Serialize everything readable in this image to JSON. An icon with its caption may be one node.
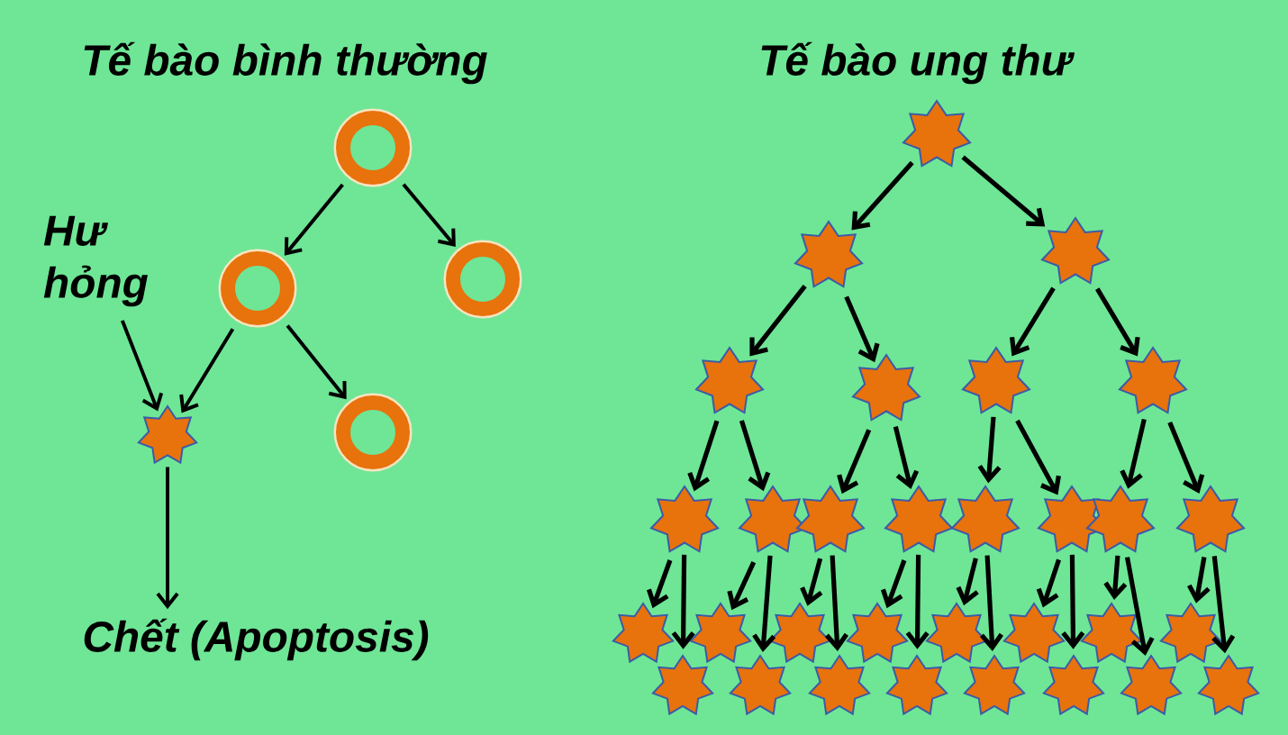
{
  "diagram": {
    "nodes": [
      {
        "text": [],
        "shape": "circle"
      },
      {
        "text": [],
        "shape": "circle"
      },
      {
        "text": [],
        "shape": "circle"
      },
      {
        "text": [
          "Hư hỏng"
        ]
      },
      {
        "text": [],
        "shape": "star"
      },
      {
        "text": [],
        "shape": "circle"
      },
      {
        "text": [
          "Chết (Apoptosis)"
        ]
      },
      {
        "text": [],
        "shape": "star"
      },
      {
        "text": [],
        "shape": "star"
      },
      {
        "text": [],
        "shape": "star"
      },
      {
        "text": [],
        "shape": "star"
      },
      {
        "text": [],
        "shape": "star"
      },
      {
        "text": [],
        "shape": "star"
      },
      {
        "text": [],
        "shape": "star"
      },
      {
        "text": [],
        "shape": "star"
      },
      {
        "text": [],
        "shape": "star"
      },
      {
        "text": [],
        "shape": "star"
      },
      {
        "text": [],
        "shape": "star"
      },
      {
        "text": [],
        "shape": "star"
      },
      {
        "text": [],
        "shape": "star"
      },
      {
        "text": [],
        "shape": "star"
      },
      {
        "text": [],
        "shape": "star"
      },
      {
        "text": [],
        "shape": "star"
      },
      {
        "text": [],
        "shape": "star"
      },
      {
        "text": [],
        "shape": "star"
      },
      {
        "text": [],
        "shape": "star"
      },
      {
        "text": [],
        "shape": "star"
      },
      {
        "text": [],
        "shape": "star"
      },
      {
        "text": [],
        "shape": "star"
      },
      {
        "text": [],
        "shape": "star"
      },
      {
        "text": [],
        "shape": "star"
      },
      {
        "text": [],
        "shape": "star"
      },
      {
        "text": [],
        "shape": "star"
      },
      {
        "text": [],
        "shape": "star"
      },
      {
        "text": [],
        "shape": "star"
      },
      {
        "text": [],
        "shape": "star"
      },
      {
        "text": [],
        "shape": "star"
      },
      {
        "text": [],
        "shape": "star"
      }
    ],
    "edges": [
      {
        "from": 0,
        "to": 1,
        "arrow": "to"
      },
      {
        "from": 0,
        "to": 2,
        "arrow": "to"
      },
      {
        "from": 1,
        "to": 4,
        "arrow": "to"
      },
      {
        "from": 1,
        "to": 5,
        "arrow": "to"
      },
      {
        "from": 3,
        "to": 4,
        "arrow": "to"
      },
      {
        "from": 4,
        "to": 6,
        "arrow": "to"
      },
      {
        "from": 7,
        "to": 8,
        "arrow": "to"
      },
      {
        "from": 7,
        "to": 9,
        "arrow": "to"
      },
      {
        "from": 8,
        "to": 10,
        "arrow": "to"
      },
      {
        "from": 8,
        "to": 11,
        "arrow": "to"
      },
      {
        "from": 9,
        "to": 12,
        "arrow": "to"
      },
      {
        "from": 9,
        "to": 13,
        "arrow": "to"
      },
      {
        "from": 10,
        "to": 14,
        "arrow": "to"
      },
      {
        "from": 10,
        "to": 15,
        "arrow": "to"
      },
      {
        "from": 11,
        "to": 16,
        "arrow": "to"
      },
      {
        "from": 11,
        "to": 17,
        "arrow": "to"
      },
      {
        "from": 12,
        "to": 18,
        "arrow": "to"
      },
      {
        "from": 12,
        "to": 19,
        "arrow": "to"
      },
      {
        "from": 13,
        "to": 20,
        "arrow": "to"
      },
      {
        "from": 13,
        "to": 21,
        "arrow": "to"
      },
      {
        "from": 14,
        "to": 22,
        "arrow": "to"
      },
      {
        "from": 14,
        "to": 23,
        "arrow": "to"
      },
      {
        "from": 15,
        "to": 24,
        "arrow": "to"
      },
      {
        "from": 15,
        "to": 25,
        "arrow": "to"
      },
      {
        "from": 16,
        "to": 26,
        "arrow": "to"
      },
      {
        "from": 16,
        "to": 27,
        "arrow": "to"
      },
      {
        "from": 17,
        "to": 28,
        "arrow": "to"
      },
      {
        "from": 17,
        "to": 29,
        "arrow": "to"
      },
      {
        "from": 18,
        "to": 30,
        "arrow": "to"
      },
      {
        "from": 18,
        "to": 31,
        "arrow": "to"
      },
      {
        "from": 19,
        "to": 32,
        "arrow": "to"
      },
      {
        "from": 19,
        "to": 33,
        "arrow": "to"
      },
      {
        "from": 20,
        "to": 34,
        "arrow": "to"
      },
      {
        "from": 20,
        "to": 35,
        "arrow": "to"
      },
      {
        "from": 21,
        "to": 36,
        "arrow": "to"
      },
      {
        "from": 21,
        "to": 37,
        "arrow": "to"
      }
    ],
    "labels": [
      "Tế bào bình thường",
      "Tế bào ung thư"
    ]
  }
}
